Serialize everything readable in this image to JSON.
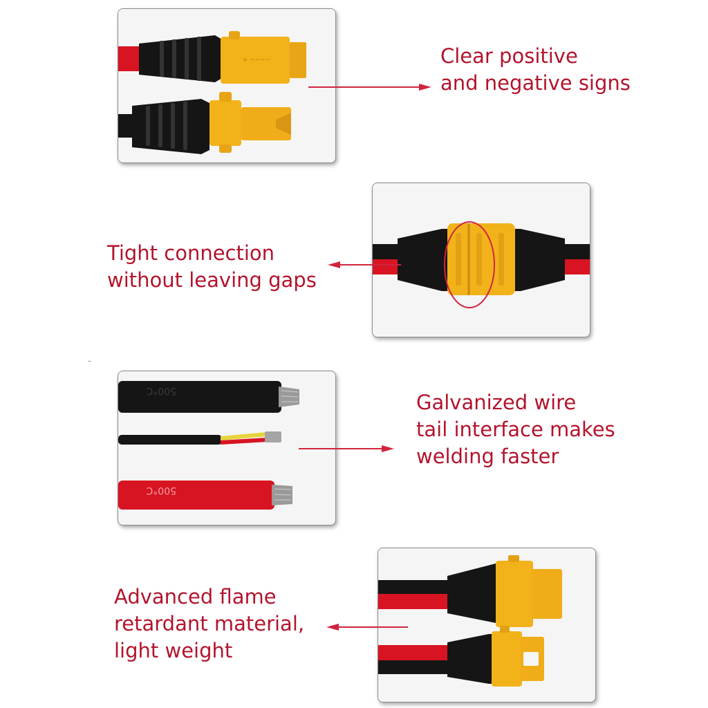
{
  "colors": {
    "caption": "#b3142c",
    "arrow": "#d0243e",
    "connector_yellow": "#f2b21a",
    "wire_red": "#d81422",
    "wire_black": "#151515"
  },
  "features": [
    {
      "lines": [
        "Clear positive",
        "and negative signs"
      ],
      "arrow_direction": "right"
    },
    {
      "lines": [
        "Tight connection",
        "without leaving gaps"
      ],
      "arrow_direction": "left"
    },
    {
      "lines": [
        "Galvanized wire",
        "tail interface makes",
        "welding faster"
      ],
      "arrow_direction": "right"
    },
    {
      "lines": [
        "Advanced flame",
        "retardant material,",
        "light weight"
      ],
      "arrow_direction": "left"
    }
  ],
  "wire_markings": {
    "temperature": "500°C"
  },
  "icons": [
    "xt-connector-pair-photo",
    "mated-connector-photo",
    "stripped-wires-photo",
    "connector-pair-photo"
  ]
}
